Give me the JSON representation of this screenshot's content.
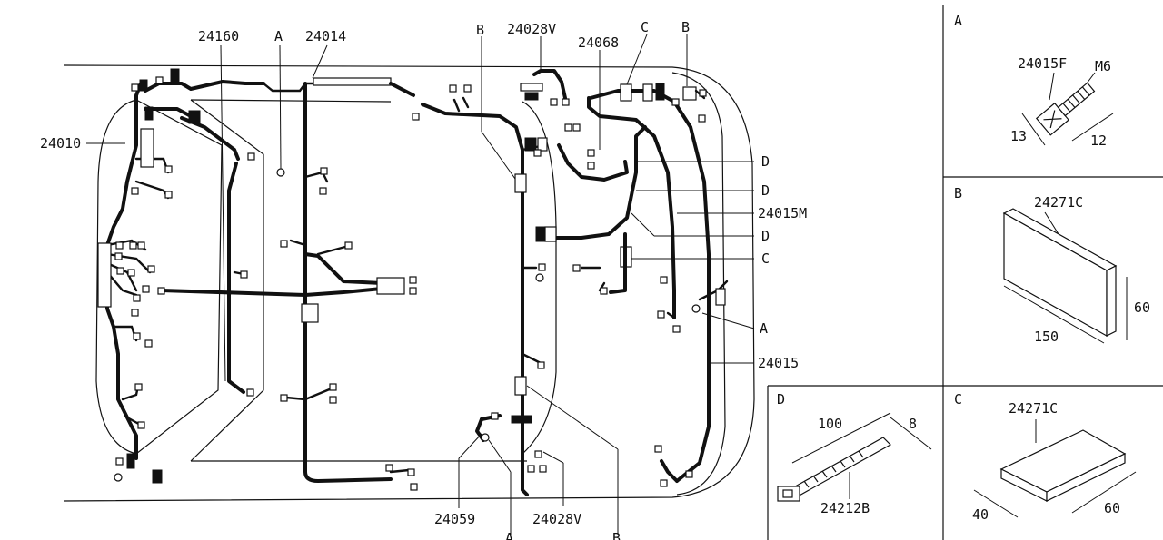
{
  "main_diagram": {
    "callouts": {
      "c24160": "24160",
      "cA_top": "A",
      "c24014": "24014",
      "cB_top1": "B",
      "c24028V_top": "24028V",
      "c24068": "24068",
      "cC_top": "C",
      "cB_top2": "B",
      "c24010": "24010",
      "cD1": "D",
      "cD2": "D",
      "c24015M": "24015M",
      "cD3": "D",
      "cC_right": "C",
      "cA_right": "A",
      "c24015": "24015",
      "c24059": "24059",
      "cA_bottom": "A",
      "c24028V_bottom": "24028V",
      "cB_bottom": "B"
    }
  },
  "detail_panels": {
    "A": {
      "letter": "A",
      "part": "24015F",
      "thread": "M6",
      "dim_head": "13",
      "dim_length": "12"
    },
    "B": {
      "letter": "B",
      "part": "24271C",
      "dim_length": "150",
      "dim_height": "60"
    },
    "C": {
      "letter": "C",
      "part": "24271C",
      "dim_width": "40",
      "dim_length": "60"
    },
    "D": {
      "letter": "D",
      "part": "24212B",
      "dim_length": "100",
      "dim_width": "8"
    }
  }
}
